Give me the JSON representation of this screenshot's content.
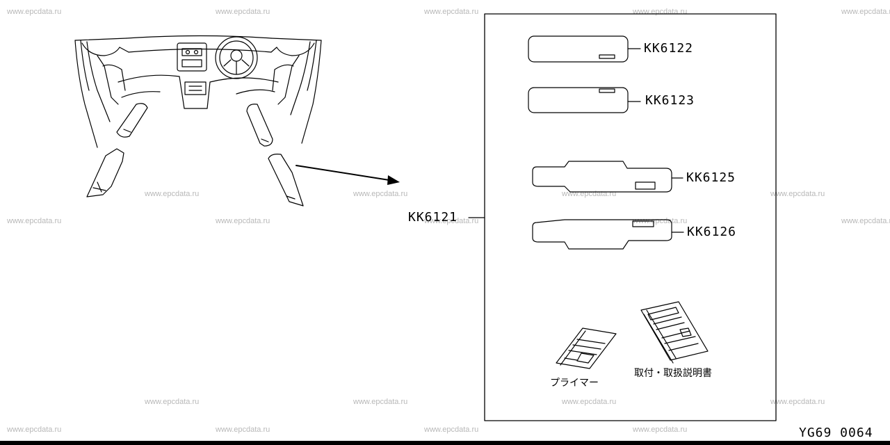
{
  "watermark": "www.epcdata.ru",
  "kit": {
    "part_number": "KK6121"
  },
  "parts": [
    {
      "part_number": "KK6122"
    },
    {
      "part_number": "KK6123"
    },
    {
      "part_number": "KK6125"
    },
    {
      "part_number": "KK6126"
    }
  ],
  "accessories": {
    "primer_label": "プライマー",
    "manual_label": "取付・取扱説明書"
  },
  "diagram_code": "YG69 0064"
}
